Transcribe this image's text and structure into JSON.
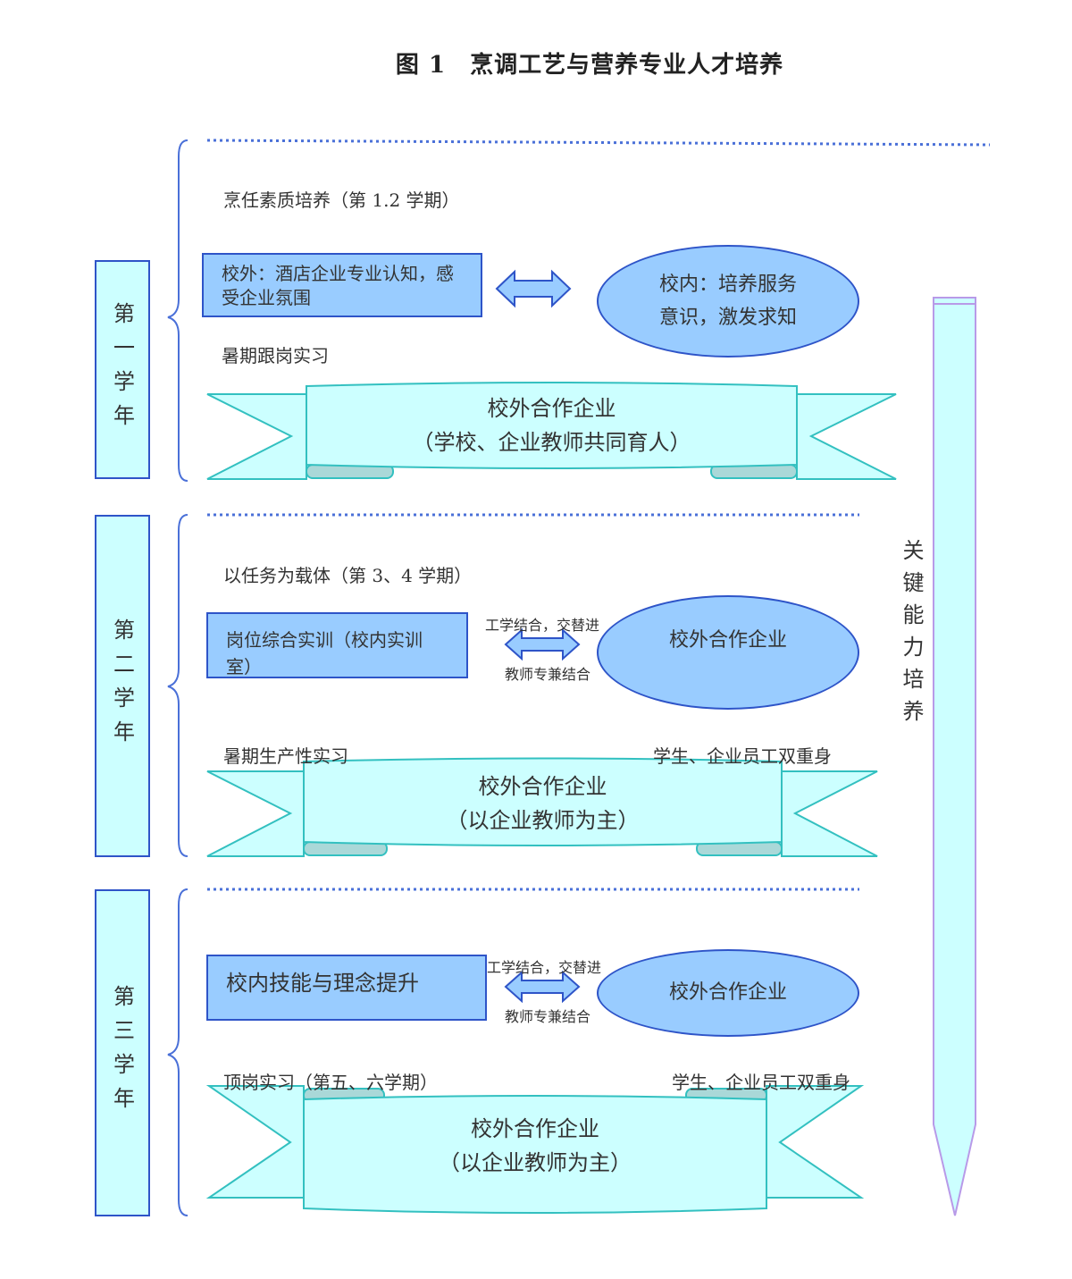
{
  "title": "图 1　烹调工艺与营养专业人才培养",
  "colors": {
    "rect_fill": "#99ccff",
    "rect_border": "#2e54c8",
    "banner_fill": "#ccffff",
    "banner_border": "#33c0c0",
    "dotted_line": "#4a70d8",
    "key_arrow_border": "#b89ae8"
  },
  "year1": {
    "label": "第一学年",
    "stage": "烹任素质培养（第 1.2 学期）",
    "outside_box": "校外：酒店企业专业认知，感受企业氛围",
    "inside_ellipse": "校内：培养服务意识，激发求知",
    "summer": "暑期跟岗实习",
    "banner_line1": "校外合作企业",
    "banner_line2": "（学校、企业教师共同育人）"
  },
  "year2": {
    "label": "第二学年",
    "stage": "以任务为载体（第 3、4 学期）",
    "practice_box": "岗位综合实训（校内实训室）",
    "arrow_top": "工学结合，交替进",
    "arrow_bottom": "教师专兼结合",
    "ellipse": "校外合作企业",
    "summer": "暑期生产性实习",
    "dual_identity": "学生、企业员工双重身",
    "banner_line1": "校外合作企业",
    "banner_line2": "（以企业教师为主）"
  },
  "year3": {
    "label": "第三学年",
    "skill_box": "校内技能与理念提升",
    "arrow_top": "工学结合，交替进",
    "arrow_bottom": "教师专兼结合",
    "ellipse": "校外合作企业",
    "internship": "顶岗实习（第五、六学期）",
    "dual_identity": "学生、企业员工双重身",
    "banner_line1": "校外合作企业",
    "banner_line2": "（以企业教师为主）"
  },
  "key_ability": "关键能力培养"
}
